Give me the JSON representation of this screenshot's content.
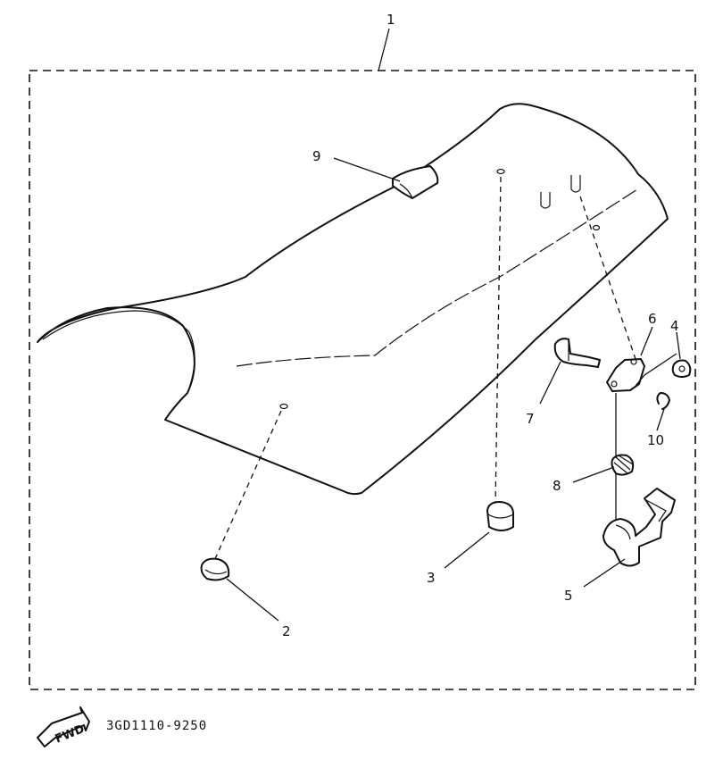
{
  "callouts": {
    "c1": "1",
    "c2": "2",
    "c3": "3",
    "c4": "4",
    "c5": "5",
    "c6": "6",
    "c7": "7",
    "c8": "8",
    "c9": "9",
    "c10": "10"
  },
  "fwd_label": "FWD",
  "part_code": "3GD1110-9250"
}
